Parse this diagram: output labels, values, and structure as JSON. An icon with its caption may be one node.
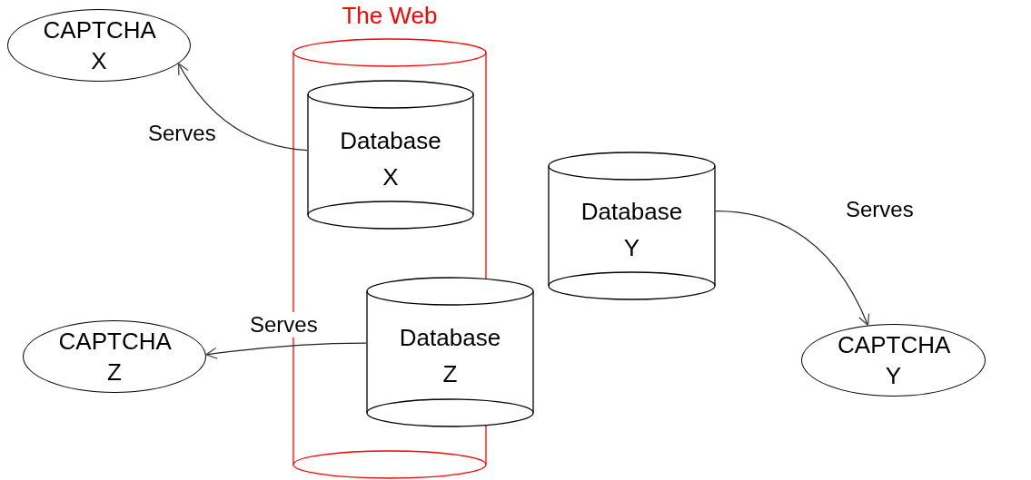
{
  "diagram": {
    "nodes": [
      {
        "text": [
          "The Web"
        ]
      },
      {
        "text": [
          "CAPTCHA X"
        ]
      },
      {
        "text": [
          "Database X"
        ],
        "in": 0
      },
      {
        "text": [
          "Database Y"
        ]
      },
      {
        "text": [
          "Database Z"
        ]
      },
      {
        "text": [
          "CAPTCHA Z"
        ]
      },
      {
        "text": [
          "CAPTCHA Y"
        ]
      }
    ],
    "edges": [
      {
        "from": 2,
        "to": 1,
        "arrow": "to",
        "label": "Serves"
      },
      {
        "from": 3,
        "to": 6,
        "arrow": "to",
        "label": "Serves"
      },
      {
        "from": 4,
        "to": 5,
        "arrow": "to",
        "label": "Serves"
      }
    ]
  }
}
